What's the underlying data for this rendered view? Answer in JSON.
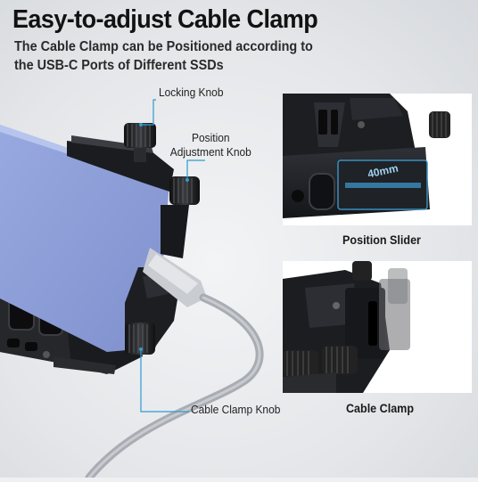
{
  "title": "Easy-to-adjust Cable Clamp",
  "subtitle": "The Cable Clamp can be Positioned according to the USB-C Ports of Different SSDs",
  "labels": {
    "locking_knob": "Locking Knob",
    "position_adjustment_line1": "Position",
    "position_adjustment_line2": "Adjustment Knob",
    "cable_clamp_knob": "Cable Clamp Knob",
    "slider_marking": "40mm"
  },
  "panels": {
    "top_caption": "Position Slider",
    "bottom_caption": "Cable Clamp"
  },
  "colors": {
    "ssd_blue": "#8a9bd6",
    "metal_black": "#1c1d20",
    "callout_cyan": "#2f9bd0",
    "slider_accent": "#3a8fbf",
    "cable_gray": "#a9adb3"
  }
}
